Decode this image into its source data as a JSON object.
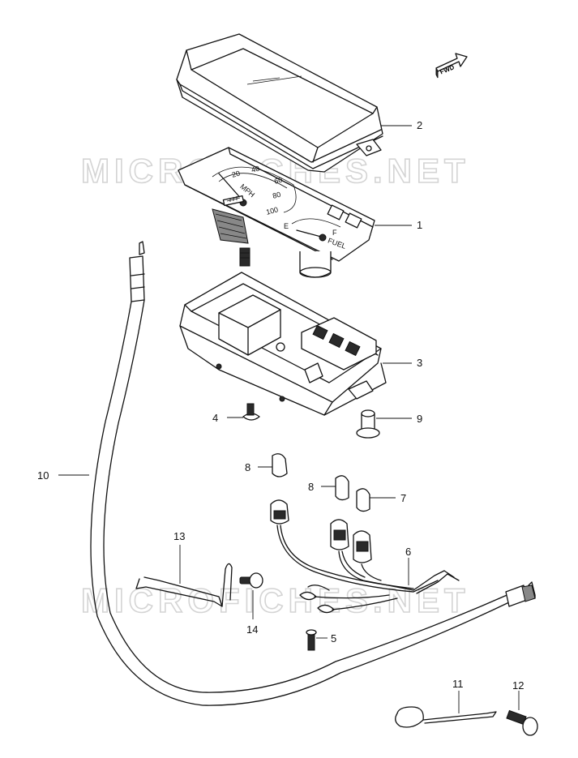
{
  "watermark": {
    "text": "MICROFICHES.NET"
  },
  "fwd_label": "FWD",
  "dial": {
    "speeds": [
      "20",
      "40",
      "60",
      "80",
      "100"
    ],
    "unit": "MPH",
    "fuel_e": "E",
    "fuel_f": "F",
    "fuel_label": "FUEL"
  },
  "callouts": {
    "c1": "1",
    "c2": "2",
    "c3": "3",
    "c4": "4",
    "c5": "5",
    "c6": "6",
    "c7": "7",
    "c8a": "8",
    "c8b": "8",
    "c9": "9",
    "c10": "10",
    "c11": "11",
    "c12": "12",
    "c13": "13",
    "c14": "14"
  }
}
